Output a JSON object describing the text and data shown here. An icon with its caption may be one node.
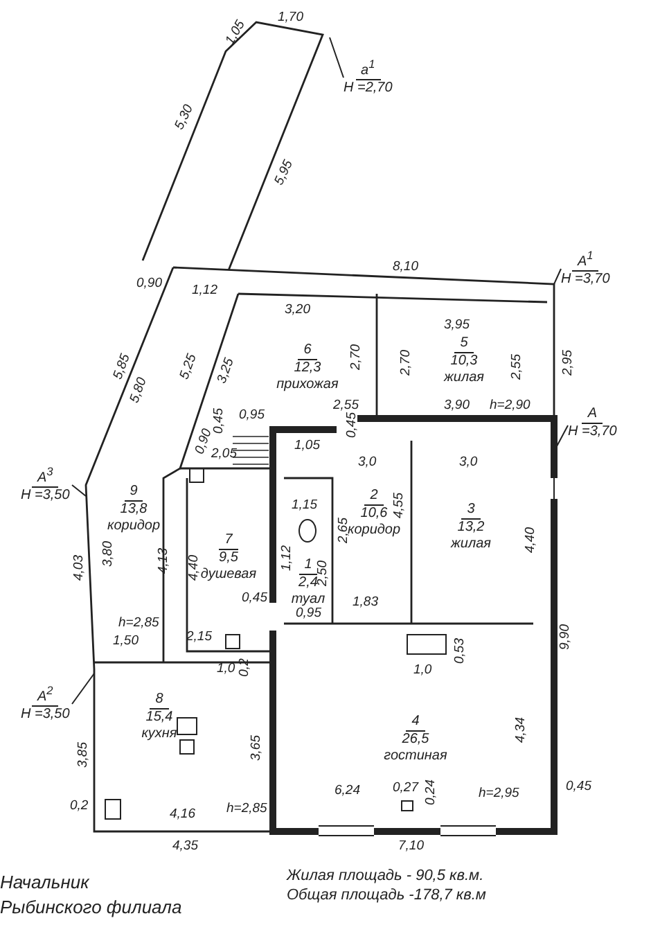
{
  "diagram": {
    "nodes": [
      {
        "text": [
          "6",
          "12,3",
          "прихожая"
        ]
      },
      {
        "text": [
          "5",
          "10,3",
          "жилая"
        ]
      },
      {
        "text": [
          "2",
          "10,6",
          "коридор"
        ]
      },
      {
        "text": [
          "3",
          "13,2",
          "жилая"
        ]
      },
      {
        "text": [
          "9",
          "13,8",
          "коридор"
        ]
      },
      {
        "text": [
          "7",
          "9,5",
          "душевая"
        ]
      },
      {
        "text": [
          "1",
          "2,4",
          "туал"
        ]
      },
      {
        "text": [
          "8",
          "15,4",
          "кухня"
        ]
      },
      {
        "text": [
          "4",
          "26,5",
          "гостиная"
        ]
      },
      {
        "text": [
          "а$^{1}$",
          "H =2,70"
        ]
      },
      {
        "text": [
          "A$^{1}$",
          "H =3,70"
        ]
      },
      {
        "text": [
          "A",
          "H =3,70"
        ]
      },
      {
        "text": [
          "A$^{3}$",
          "H =3,50"
        ]
      },
      {
        "text": [
          "A$^{2}$",
          "H =3,50"
        ]
      }
    ],
    "edges": [
      {
        "from": 9,
        "to": null,
        "arrow": "none"
      },
      {
        "from": 10,
        "to": null,
        "arrow": "none"
      },
      {
        "from": 11,
        "to": null,
        "arrow": "none"
      },
      {
        "from": 12,
        "to": null,
        "arrow": "none"
      },
      {
        "from": 13,
        "to": null,
        "arrow": "none"
      }
    ],
    "labels": [
      "1,05",
      "1,70",
      "5,30",
      "5,95",
      "0,90",
      "1,12",
      "8,10",
      "3,20",
      "3,95",
      "5,85",
      "5,80",
      "5,25",
      "3,25",
      "2,70",
      "2,70",
      "2,55",
      "2,95",
      "2,55",
      "3,90",
      "h=2,90",
      "0,95",
      "0,45",
      "0,90",
      "2,05",
      "1,05",
      "0,45",
      "3,0",
      "3,0",
      "1,15",
      "4,55",
      "4,40",
      "4,03",
      "3,80",
      "4,13",
      "4,40",
      "1,12",
      "2,65",
      "2,50",
      "0,45",
      "0,95",
      "1,83",
      "h=2,85",
      "1,50",
      "2,15",
      "1,0",
      "0,2",
      "1,0",
      "0,53",
      "9,90",
      "3,85",
      "3,65",
      "4,34",
      "6,24",
      "0,27",
      "0,24",
      "h=2,95",
      "0,45",
      "0,2",
      "4,16",
      "h=2,85",
      "4,35",
      "7,10",
      "Жилая площадь - 90,5 кв.м.",
      "Общая площадь -178,7 кв.м",
      "Начальник",
      "Рыбинского филиала"
    ]
  }
}
